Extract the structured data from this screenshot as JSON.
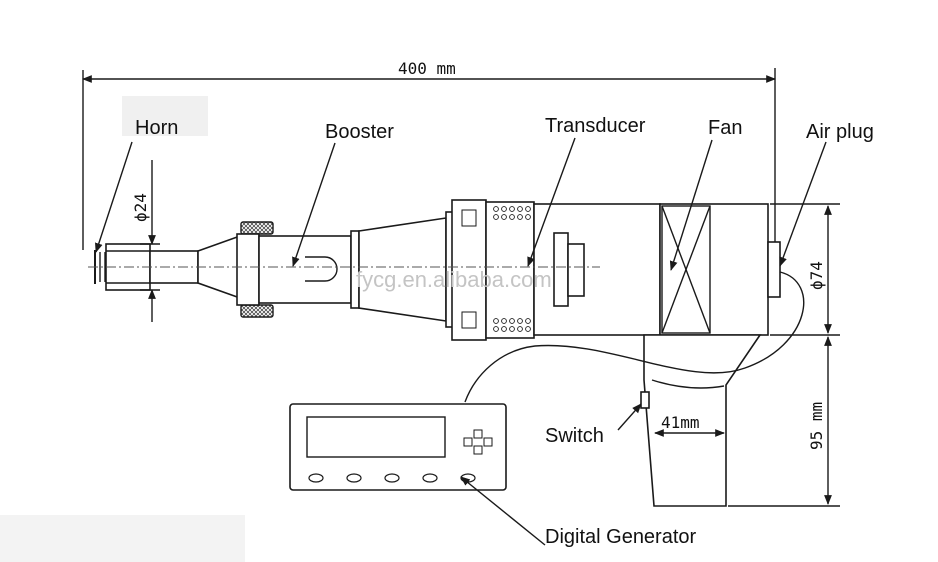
{
  "labels": {
    "horn": "Horn",
    "booster": "Booster",
    "transducer": "Transducer",
    "fan": "Fan",
    "air_plug": "Air plug",
    "switch": "Switch",
    "digital_generator": "Digital Generator"
  },
  "dimensions": {
    "overall_length": "400 mm",
    "horn_diameter": "ϕ24",
    "body_diameter": "ϕ74",
    "handle_width": "41mm",
    "handle_height": "95 mm"
  },
  "watermark": "fycg.en.alibaba.com"
}
